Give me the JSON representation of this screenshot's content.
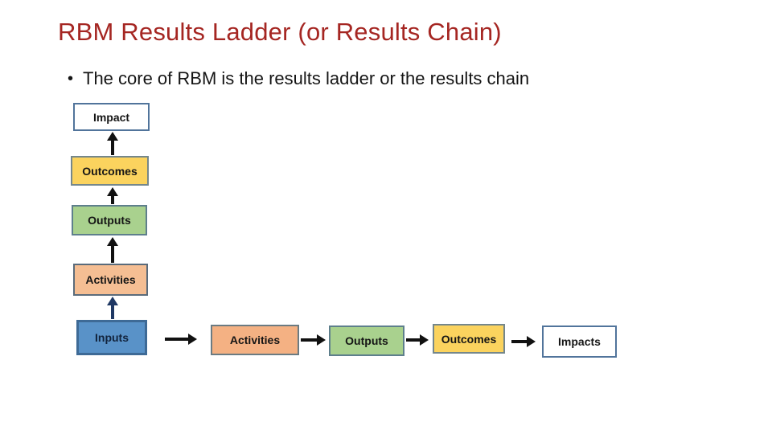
{
  "slide": {
    "title": "RBM Results Ladder (or Results Chain)",
    "bullet_marker": "•",
    "bullet_text": "The core of RBM is the results ladder or the results chain"
  },
  "colors": {
    "title_red": "#A52622",
    "box_border_steel": "#51749B",
    "impact_fill": "#FFFFFF",
    "outcomes_fill": "#FBD35E",
    "outputs_fill": "#A9D18E",
    "activities_ladder_fill": "#F5BE93",
    "activities_chain_fill": "#F4B183",
    "inputs_fill": "#5992C8",
    "impacts_fill": "#FFFFFF",
    "arrow_black": "#111111",
    "arrow_navy": "#1F3864"
  },
  "ladder": {
    "boxes": [
      {
        "label": "Impact"
      },
      {
        "label": "Outcomes"
      },
      {
        "label": "Outputs"
      },
      {
        "label": "Activities"
      },
      {
        "label": "Inputs"
      }
    ]
  },
  "chain": {
    "boxes": [
      {
        "label": "Activities"
      },
      {
        "label": "Outputs"
      },
      {
        "label": "Outcomes"
      },
      {
        "label": "Impacts"
      }
    ]
  }
}
